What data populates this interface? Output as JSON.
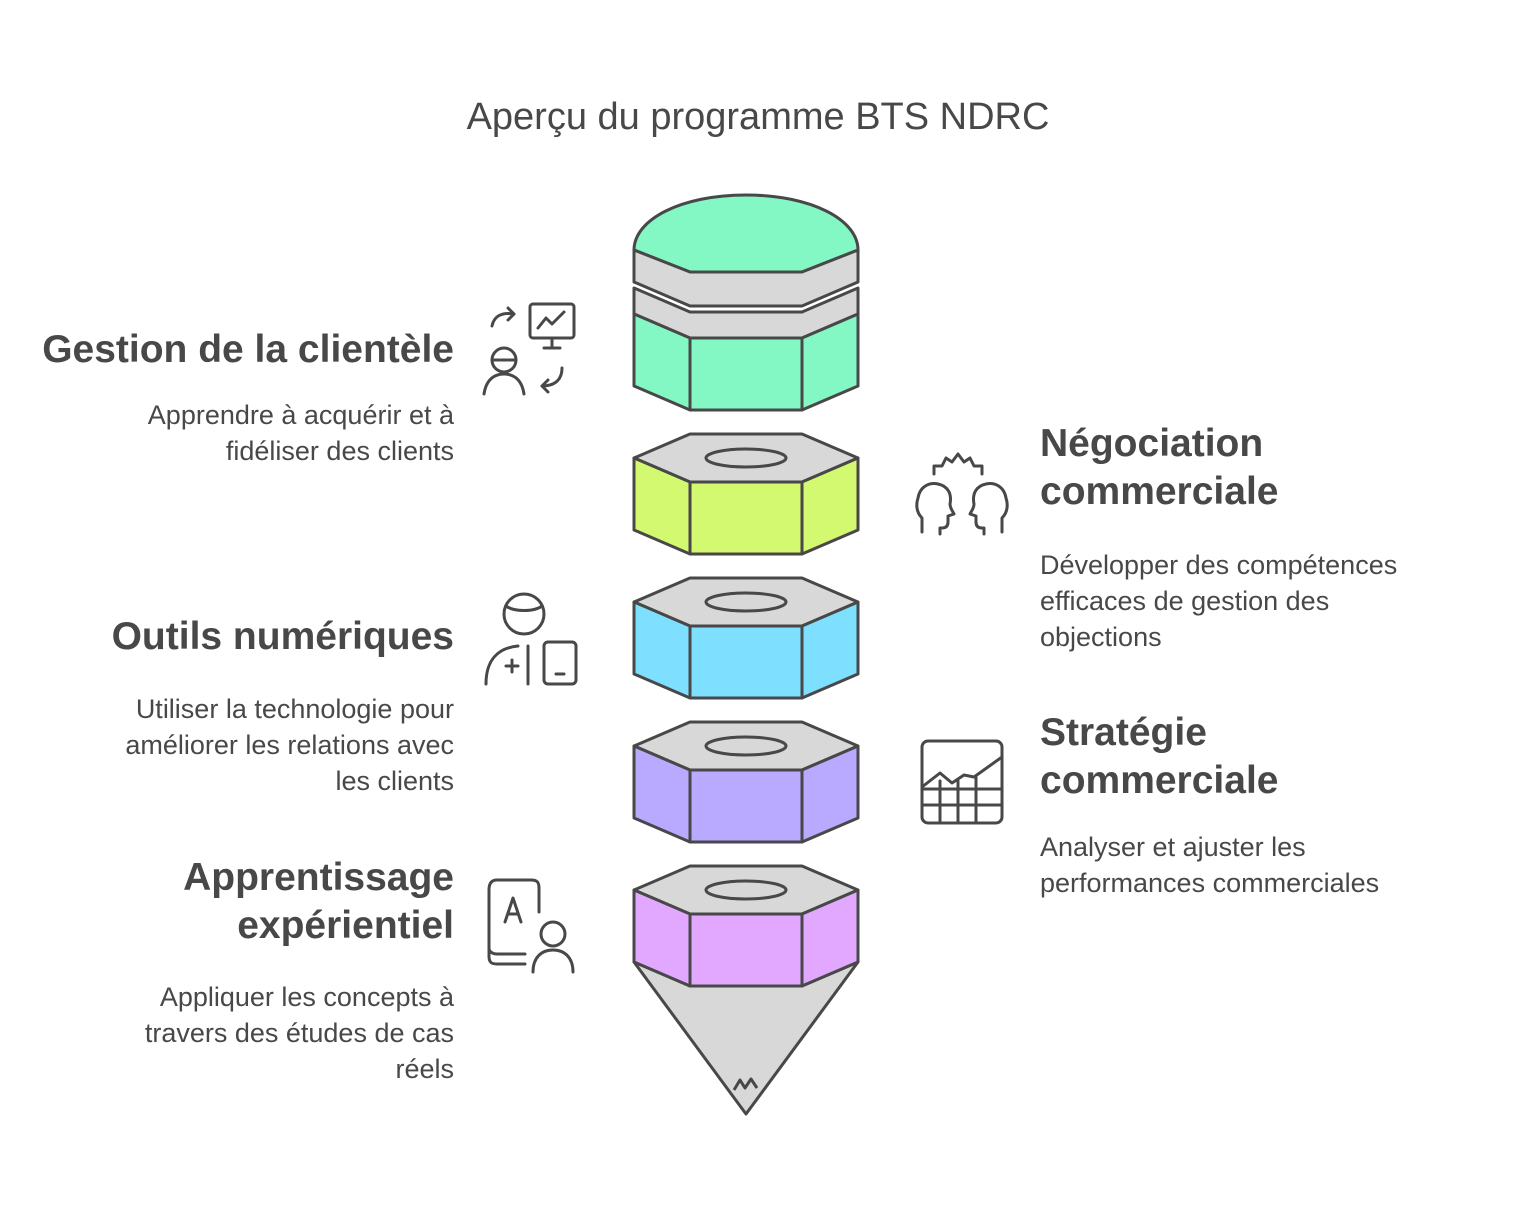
{
  "title": "Aperçu du programme BTS NDRC",
  "colors": {
    "cap": "#83f8c4",
    "layer_2": "#d3f971",
    "layer_3": "#7edfff",
    "layer_4": "#b9a9ff",
    "layer_5": "#e2a8ff",
    "stroke": "#484848",
    "gray": "#d8d8d8"
  },
  "left_items": [
    {
      "heading": "Gestion de la clientèle",
      "description": [
        "Apprendre à acquérir et à",
        "fidéliser des clients"
      ],
      "icon": "customer-presentation-icon"
    },
    {
      "heading": "Outils numériques",
      "description": [
        "Utiliser la technologie pour",
        "améliorer les relations avec",
        "les clients"
      ],
      "icon": "user-device-icon"
    },
    {
      "heading_lines": [
        "Apprentissage",
        "expérientiel"
      ],
      "description": [
        "Appliquer les concepts à",
        "travers des études de cas",
        "réels"
      ],
      "icon": "learning-book-user-icon"
    }
  ],
  "right_items": [
    {
      "heading_lines": [
        "Négociation",
        "commerciale"
      ],
      "description": [
        "Développer des compétences",
        "efficaces de gestion des",
        "objections"
      ],
      "icon": "negotiation-heads-icon"
    },
    {
      "heading_lines": [
        "Stratégie",
        "commerciale"
      ],
      "description": [
        "Analyser et ajuster les",
        "performances commerciales"
      ],
      "icon": "growth-chart-grid-icon"
    }
  ]
}
